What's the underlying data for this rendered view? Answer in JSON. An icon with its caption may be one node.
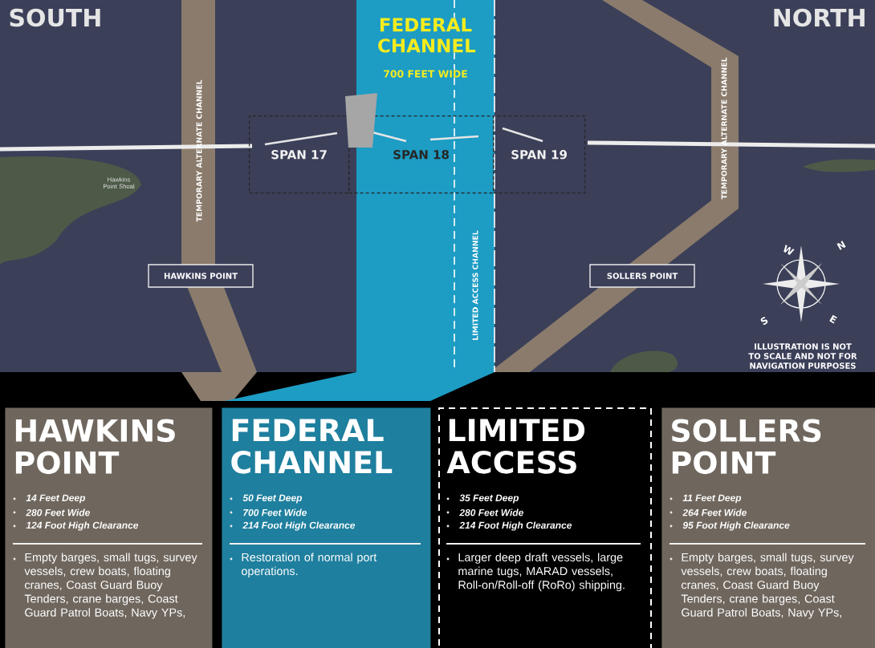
{
  "diagram": {
    "nodes": [
      {
        "text": [
          "SPAN 17"
        ]
      },
      {
        "text": [
          "SPAN 18"
        ]
      },
      {
        "text": [
          "SPAN 19"
        ]
      },
      {
        "text": [
          "HAWKINS POINT"
        ]
      },
      {
        "text": [
          "SOLLERS POINT"
        ]
      },
      {
        "text": [
          "HAWKINS POINT",
          "14 Feet Deep",
          "280 Feet Wide",
          "124 Foot High Clearance",
          "Empty barges, small tugs, survey vessels, crew boats, floating cranes, Coast Guard Buoy Tenders, crane barges, Coast Guard Patrol Boats, Navy YPs,"
        ]
      },
      {
        "text": [
          "FEDERAL CHANNEL",
          "50 Feet Deep",
          "700 Feet Wide",
          "214 Foot High Clearance",
          "Restoration of normal port operations."
        ]
      },
      {
        "text": [
          "LIMITED ACCESS",
          "35 Feet Deep",
          "280 Feet Wide",
          "214 Foot High Clearance",
          "Larger deep draft vessels, large marine tugs, MARAD vessels, Roll-on/Roll-off (RoRo) shipping."
        ]
      },
      {
        "text": [
          "SOLLERS POINT",
          "11 Feet Deep",
          "264 Feet Wide",
          "95 Foot High Clearance",
          "Empty barges, small tugs, survey vessels, crew boats, floating cranes, Coast Guard Buoy Tenders, crane barges, Coast Guard Patrol Boats, Navy YPs,"
        ]
      }
    ],
    "labels": [
      "SOUTH",
      "FEDERAL CHANNEL",
      "700 FEET WIDE",
      "NORTH",
      "TEMPORARY ALTERNATE CHANNEL",
      "TEMPORARY ALTERNATE CHANNEL",
      "Hawkins Point Shoal",
      "LIMITED ACCESS CHANNEL",
      "W",
      "N",
      "S",
      "E",
      "ILLUSTRATION IS NOT TO SCALE AND NOT FOR NAVIGATION PURPOSES"
    ]
  }
}
